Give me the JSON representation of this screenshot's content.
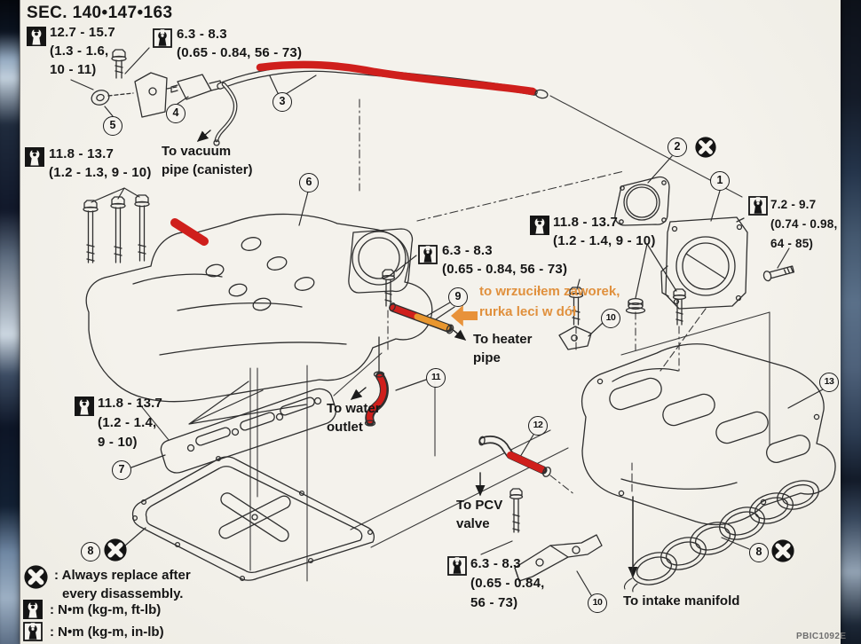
{
  "diagram": {
    "section_title": "SEC. 140•147•163",
    "figure_code": "PBIC1092E",
    "colors": {
      "highlight_red": "#cf1f1c",
      "highlight_orange": "#e8962e",
      "annotation_orange": "#e0903d",
      "paper": "#f2f0ea",
      "line": "#2f2f2f"
    },
    "torque_specs": [
      {
        "unit": "ft-lb",
        "lines": [
          "12.7 - 15.7",
          "(1.3 - 1.6,",
          "10 - 11)"
        ]
      },
      {
        "unit": "in-lb",
        "lines": [
          "6.3 - 8.3",
          "(0.65 - 0.84, 56 - 73)"
        ]
      },
      {
        "unit": "ft-lb",
        "lines": [
          "11.8 - 13.7",
          "(1.2 - 1.3, 9 - 10)"
        ]
      },
      {
        "unit": "ft-lb",
        "lines": [
          "11.8 - 13.7",
          "(1.2 - 1.4, 9 - 10)"
        ]
      },
      {
        "unit": "in-lb",
        "lines": [
          "6.3 - 8.3",
          "(0.65 - 0.84, 56 - 73)"
        ]
      },
      {
        "unit": "in-lb",
        "lines": [
          "7.2 - 9.7",
          "(0.74 - 0.98,",
          "64 - 85)"
        ]
      },
      {
        "unit": "ft-lb",
        "lines": [
          "11.8 - 13.7",
          "(1.2 - 1.4,",
          "9 - 10)"
        ]
      },
      {
        "unit": "in-lb",
        "lines": [
          "6.3 - 8.3",
          "(0.65 - 0.84,",
          "56 - 73)"
        ]
      }
    ],
    "part_labels": [
      {
        "lines": [
          "To vacuum",
          "pipe (canister)"
        ]
      },
      {
        "lines": [
          "To heater",
          "pipe"
        ]
      },
      {
        "lines": [
          "To water",
          "outlet"
        ]
      },
      {
        "lines": [
          "To PCV",
          "valve"
        ]
      },
      {
        "lines": [
          "To intake manifold"
        ]
      }
    ],
    "annotation": {
      "lines": [
        "to wrzuciłem zaworek,",
        "rurka leci w dół"
      ]
    },
    "callouts": [
      "1",
      "2",
      "3",
      "4",
      "5",
      "6",
      "7",
      "8",
      "8",
      "9",
      "10",
      "10",
      "11",
      "12",
      "13"
    ],
    "legend": {
      "rows": [
        {
          "icon": "always-replace-icon",
          "lines": [
            ": Always replace after",
            "every disassembly."
          ]
        },
        {
          "icon": "ftlb-wrench-icon",
          "lines": [
            ": N•m (kg-m, ft-lb)"
          ]
        },
        {
          "icon": "inlb-wrench-icon",
          "lines": [
            ": N•m (kg-m, in-lb)"
          ]
        }
      ]
    }
  }
}
